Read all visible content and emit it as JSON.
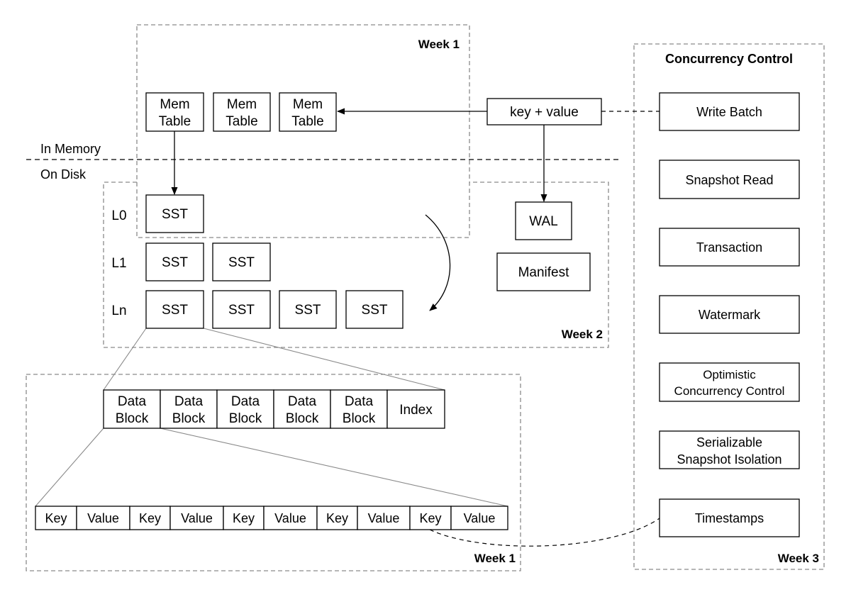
{
  "regions": {
    "week1_top": "Week 1",
    "week2": "Week 2",
    "week1_bottom": "Week 1",
    "week3": "Week 3"
  },
  "boundary": {
    "in_memory": "In Memory",
    "on_disk": "On Disk"
  },
  "memtables": [
    {
      "lines": [
        "Mem",
        "Table"
      ]
    },
    {
      "lines": [
        "Mem",
        "Table"
      ]
    },
    {
      "lines": [
        "Mem",
        "Table"
      ]
    }
  ],
  "write_path": {
    "key_value": "key + value",
    "wal": "WAL",
    "manifest": "Manifest"
  },
  "levels": [
    {
      "label": "L0",
      "ssts": [
        "SST"
      ]
    },
    {
      "label": "L1",
      "ssts": [
        "SST",
        "SST"
      ]
    },
    {
      "label": "Ln",
      "ssts": [
        "SST",
        "SST",
        "SST",
        "SST"
      ]
    }
  ],
  "sst_detail": {
    "blocks": [
      {
        "lines": [
          "Data",
          "Block"
        ]
      },
      {
        "lines": [
          "Data",
          "Block"
        ]
      },
      {
        "lines": [
          "Data",
          "Block"
        ]
      },
      {
        "lines": [
          "Data",
          "Block"
        ]
      },
      {
        "lines": [
          "Data",
          "Block"
        ]
      },
      {
        "lines": [
          "Index"
        ]
      }
    ]
  },
  "data_block_detail": {
    "entries": [
      "Key",
      "Value",
      "Key",
      "Value",
      "Key",
      "Value",
      "Key",
      "Value",
      "Key",
      "Value"
    ]
  },
  "concurrency_control": {
    "title": "Concurrency Control",
    "items": [
      {
        "lines": [
          "Write Batch"
        ]
      },
      {
        "lines": [
          "Snapshot Read"
        ]
      },
      {
        "lines": [
          "Transaction"
        ]
      },
      {
        "lines": [
          "Watermark"
        ]
      },
      {
        "lines": [
          "Optimistic",
          "Concurrency Control"
        ]
      },
      {
        "lines": [
          "Serializable",
          "Snapshot Isolation"
        ]
      },
      {
        "lines": [
          "Timestamps"
        ]
      }
    ]
  },
  "colors": {
    "line": "#000000",
    "region_border": "#8a8a8a",
    "background": "#ffffff"
  }
}
